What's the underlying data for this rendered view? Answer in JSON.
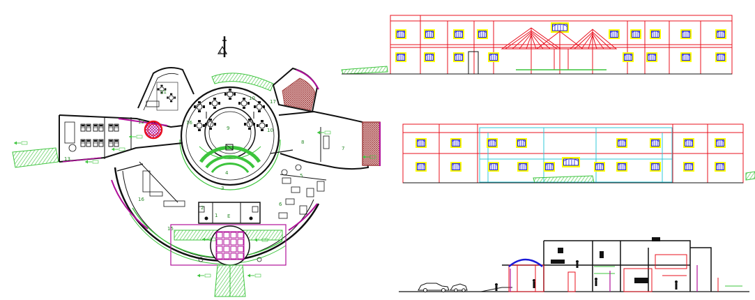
{
  "colors": {
    "background": "#ffffff",
    "wall": "#111111",
    "green": "#3cc43c",
    "red": "#e8101e",
    "magenta": "#b0109a",
    "yellow": "#ffff00",
    "blue": "#1a1ad8",
    "cyan": "#30c8d8",
    "brown": "#a04040"
  },
  "plan": {
    "north_arrow_label": "A",
    "room_labels": {
      "r1": "1",
      "r2": "2",
      "r3": "3",
      "r4": "4",
      "r5": "5",
      "r6": "6",
      "r7": "7",
      "r8": "8",
      "r9": "9",
      "r10a": "10",
      "r10b": "10",
      "r11": "11",
      "r12": "12",
      "r13": "13",
      "r15": "15",
      "r16a": "16",
      "r16b": "16",
      "r17": "17",
      "re": "E"
    }
  },
  "icons": [
    "north-arrow-icon",
    "car-icon",
    "tree-icon",
    "person-icon",
    "dining-table-icon"
  ]
}
